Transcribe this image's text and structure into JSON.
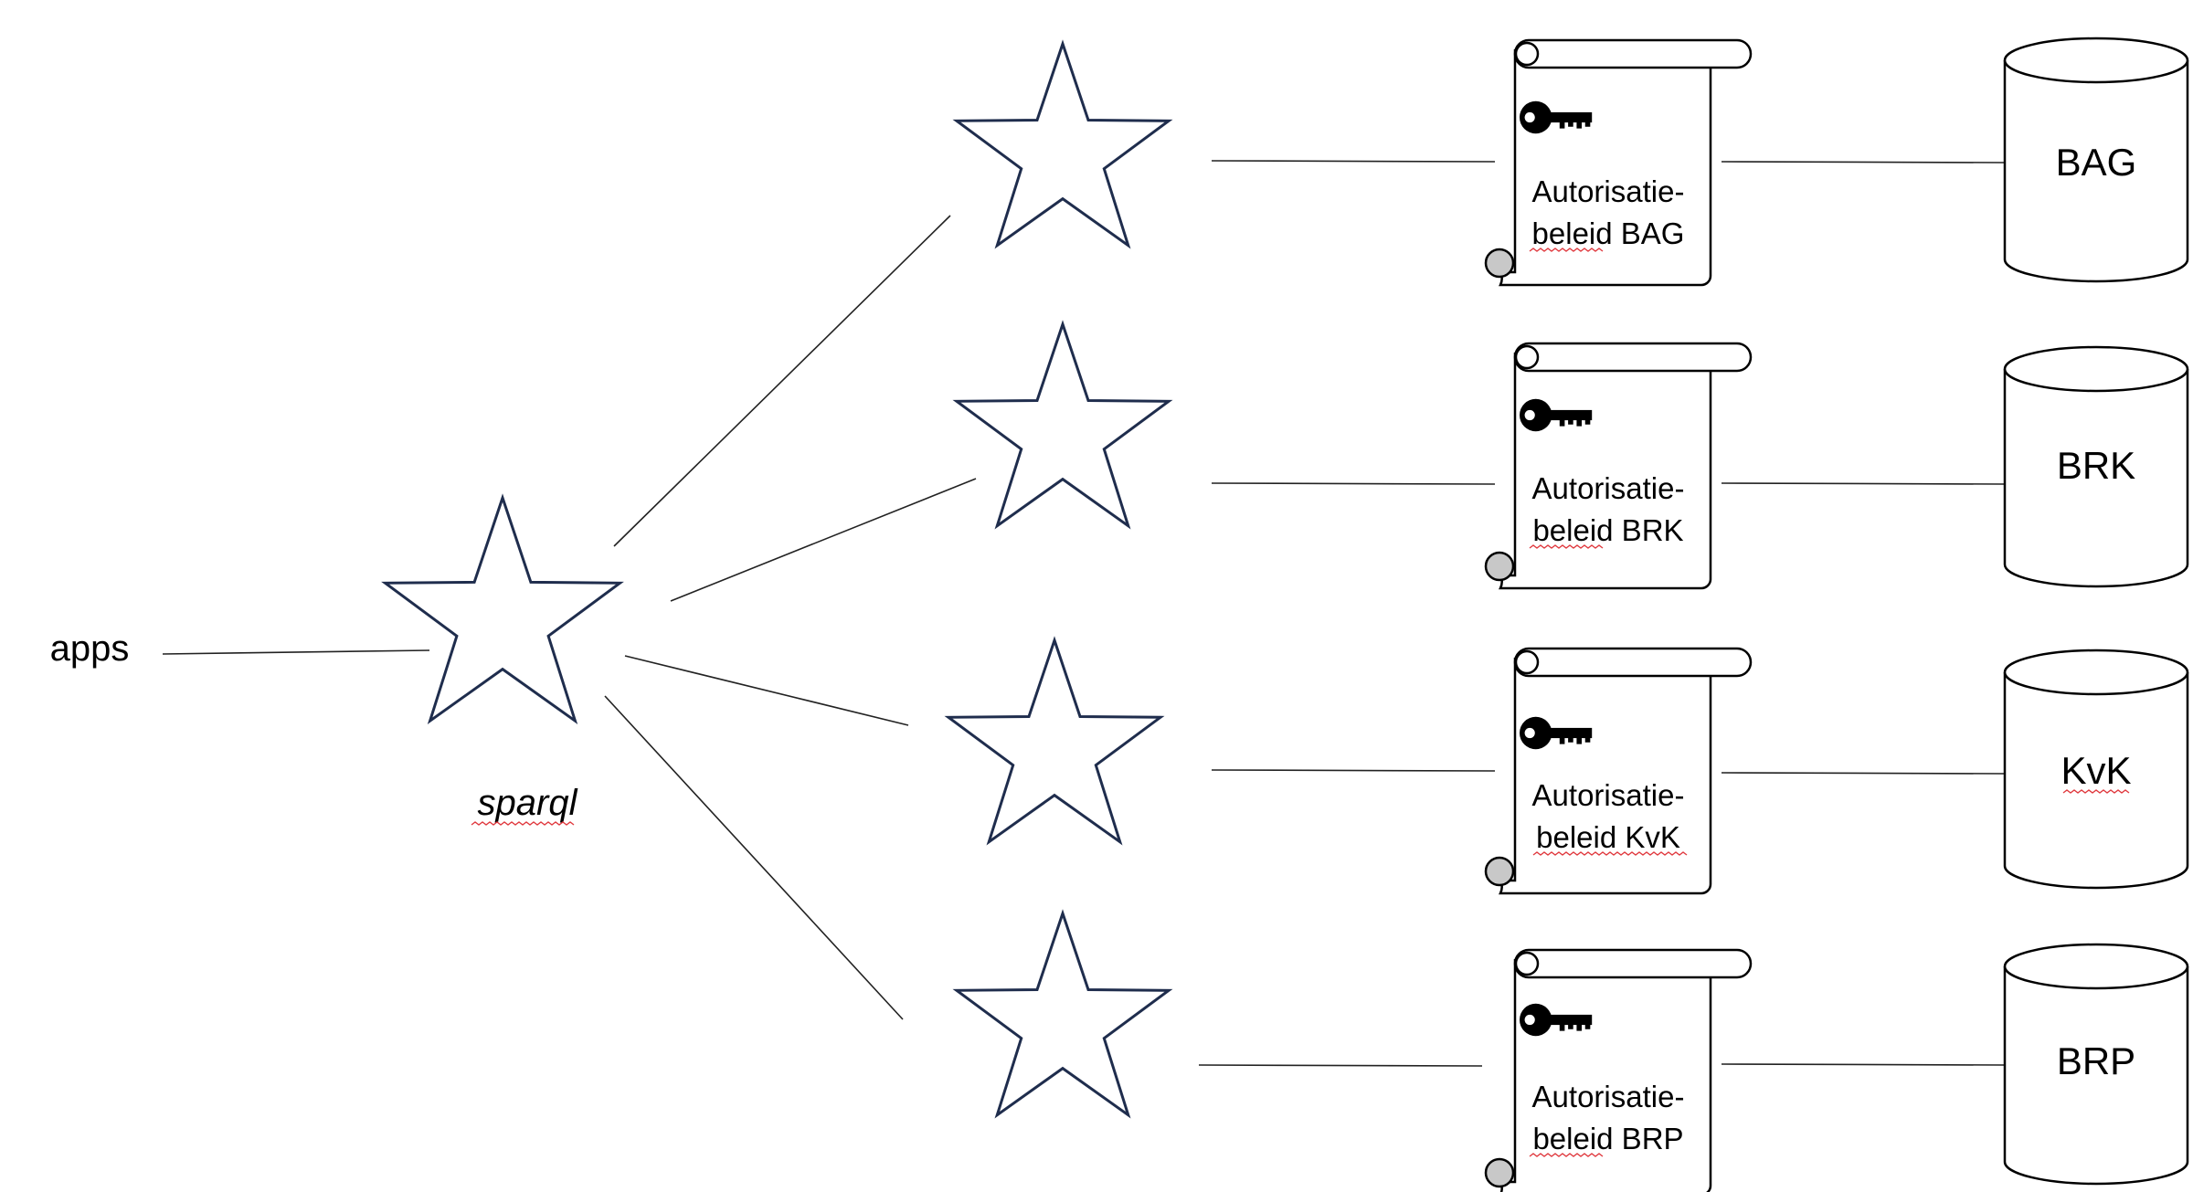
{
  "apps_label": "apps",
  "hub_label": "sparql",
  "colors": {
    "star_stroke": "#1f2d4d",
    "line": "#222222",
    "scroll_fill": "#ffffff",
    "curl_fill": "#c8c8c8",
    "key": "#000000",
    "spellcheck": "#e0393e"
  },
  "icons": {
    "hub": "star-icon",
    "endpoint": "star-icon",
    "policy": "scroll-key-icon",
    "database": "cylinder-icon"
  },
  "sources": [
    {
      "db": "BAG",
      "policy_line1": "Autorisatie-",
      "policy_line2": "beleid BAG"
    },
    {
      "db": "BRK",
      "policy_line1": "Autorisatie-",
      "policy_line2": "beleid BRK"
    },
    {
      "db": "KvK",
      "policy_line1": "Autorisatie-",
      "policy_line2": "beleid KvK"
    },
    {
      "db": "BRP",
      "policy_line1": "Autorisatie-",
      "policy_line2": "beleid BRP"
    }
  ]
}
